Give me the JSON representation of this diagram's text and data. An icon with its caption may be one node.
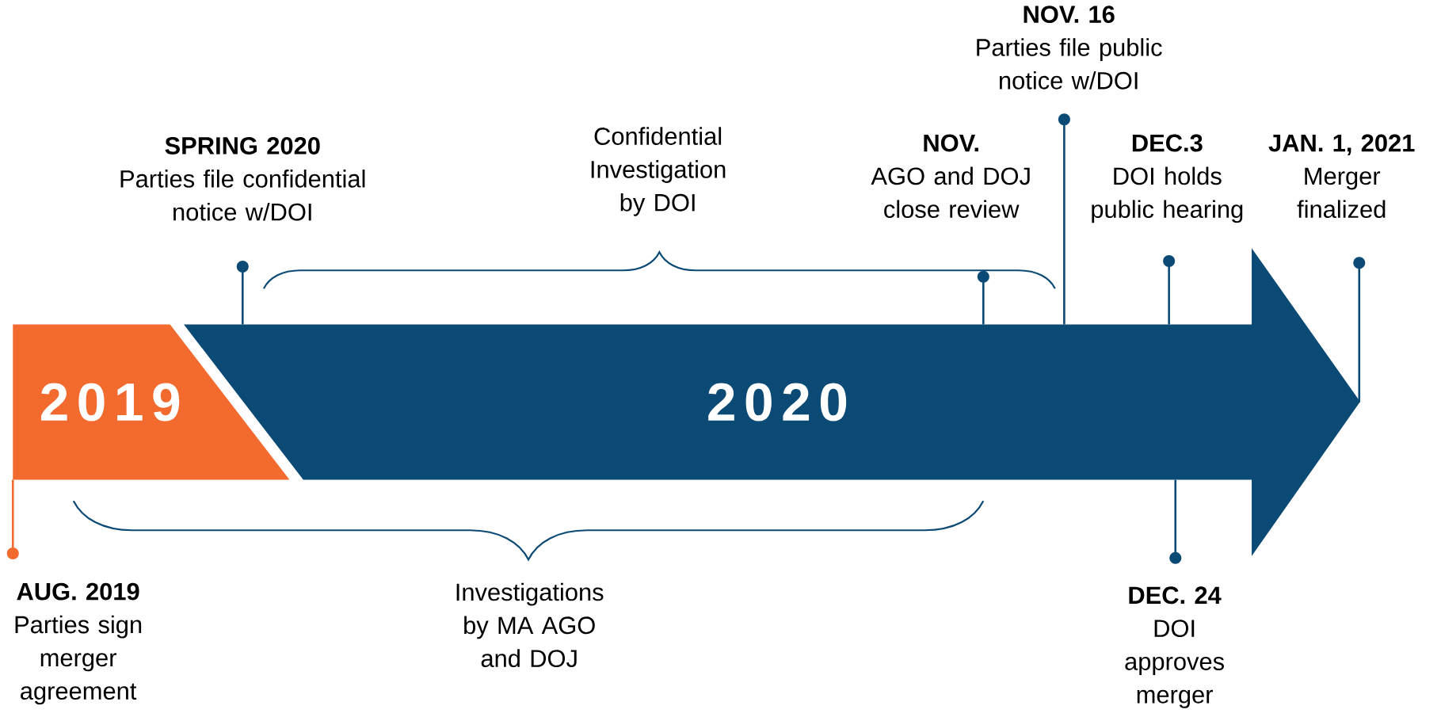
{
  "diagram": {
    "nodes": [
      {
        "text": [
          "2019"
        ]
      },
      {
        "text": [
          "2020"
        ]
      },
      {
        "text": [
          "AUG. 2019",
          "Parties sign merger agreement"
        ]
      },
      {
        "text": [
          "SPRING 2020",
          "Parties file confidential notice w/DOI"
        ]
      },
      {
        "text": [
          "NOV.",
          "AGO and DOJ close review"
        ]
      },
      {
        "text": [
          "NOV. 16",
          "Parties file public notice w/DOI"
        ]
      },
      {
        "text": [
          "DEC.3",
          "DOI holds public hearing"
        ]
      },
      {
        "text": [
          "DEC. 24",
          "DOI approves merger"
        ]
      },
      {
        "text": [
          "JAN. 1, 2021",
          "Merger finalized"
        ]
      }
    ],
    "edges": [
      {
        "from": 2,
        "to": 0,
        "arrow": "other",
        "color": "#f26a2e"
      },
      {
        "from": 3,
        "to": 1,
        "arrow": "other"
      },
      {
        "from": 4,
        "to": 1,
        "arrow": "other"
      },
      {
        "from": 5,
        "to": 1,
        "arrow": "other"
      },
      {
        "from": 6,
        "to": 1,
        "arrow": "other"
      },
      {
        "from": 7,
        "to": 1,
        "arrow": "other"
      },
      {
        "from": 8,
        "to": 1,
        "arrow": "other"
      }
    ],
    "labels": [
      "Confidential Investigation by DOI",
      "Investigations by MA AGO and DOJ"
    ]
  }
}
